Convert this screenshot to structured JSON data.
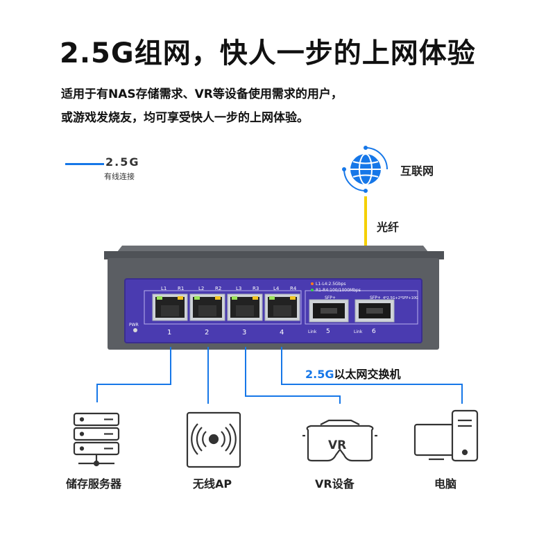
{
  "title": "2.5G组网，快人一步的上网体验",
  "subtitle_lines": [
    "适用于有NAS存储需求、VR等设备使用需求的用户，",
    "或游戏发烧友，均可享受快人一步的上网体验。"
  ],
  "legend": {
    "speed": "2.5G",
    "type": "有线连接"
  },
  "internet_label": "互联网",
  "fiber_label": "光纤",
  "switch": {
    "label_speed": "2.5G",
    "label_rest": "以太网交换机",
    "panel_led_l": "L1-L4:2.5Gbps",
    "panel_led_r": "R1-R4:100/1000Mbps",
    "pwr": "PWR",
    "ports": [
      {
        "l": "L1",
        "r": "R1",
        "num": "1"
      },
      {
        "l": "L2",
        "r": "R2",
        "num": "2"
      },
      {
        "l": "L3",
        "r": "R3",
        "num": "3"
      },
      {
        "l": "L4",
        "r": "R4",
        "num": "4"
      }
    ],
    "sfp": [
      {
        "label": "SFP+",
        "link": "Link",
        "num": "5"
      },
      {
        "label": "SFP+",
        "link": "Link",
        "num": "6"
      }
    ],
    "sfp_note": "4*2.5G+2*SFP+10G"
  },
  "devices": [
    {
      "label": "储存服务器",
      "icon": "server-icon"
    },
    {
      "label": "无线AP",
      "icon": "wireless-ap-icon"
    },
    {
      "label": "VR设备",
      "icon": "vr-headset-icon"
    },
    {
      "label": "电脑",
      "icon": "computer-icon"
    }
  ],
  "colors": {
    "link_blue": "#1677e8",
    "fiber_yellow": "#f5d000",
    "switch_body": "#5b5e63",
    "panel_purple": "#4a3bb0"
  }
}
